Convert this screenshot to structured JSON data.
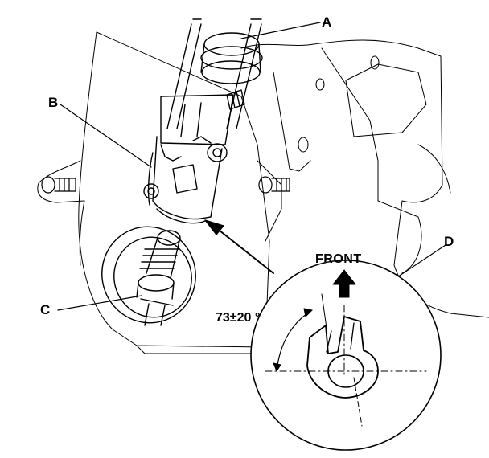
{
  "labels": {
    "a": "A",
    "b": "B",
    "c": "C",
    "d": "D"
  },
  "detail": {
    "direction": "FRONT",
    "angle": "73±20 °"
  },
  "colors": {
    "ink": "#000000",
    "paper": "#ffffff"
  }
}
